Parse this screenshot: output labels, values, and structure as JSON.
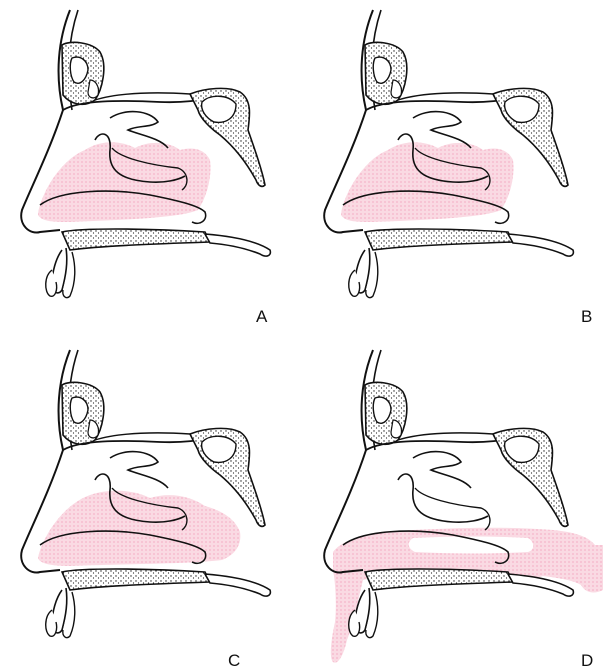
{
  "figure": {
    "panels": [
      {
        "id": "A",
        "label": "A",
        "highlight": "mucosa"
      },
      {
        "id": "B",
        "label": "B",
        "highlight": "mucosa"
      },
      {
        "id": "C",
        "label": "C",
        "highlight": "mucosa"
      },
      {
        "id": "D",
        "label": "D",
        "highlight": "floor-and-pharynx"
      }
    ],
    "colors": {
      "line": "#111111",
      "bone_fill": "#ffffff",
      "stipple": "#222222",
      "highlight": "#f4b6c8"
    }
  }
}
